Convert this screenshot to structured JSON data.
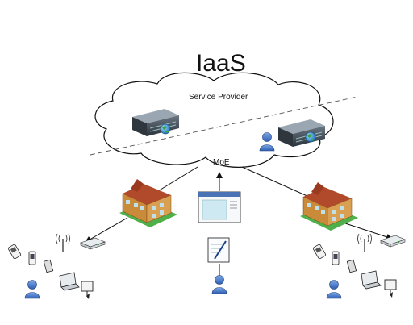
{
  "title": "IaaS",
  "cloud_label": "Service Provider",
  "moe_label": "MoE",
  "colors": {
    "line": "#111111",
    "cloud_fill": "#ffffff",
    "user_blue": "#4a7bd0",
    "server_dark": "#3c4650",
    "building_roof": "#b14a2a",
    "building_wall": "#c98a3a",
    "lawn_green": "#4fb04a",
    "window_blue": "#bfe0ea"
  },
  "icons": [
    "server-icon",
    "globe-icon",
    "user-icon",
    "school-building-icon",
    "web-browser-icon",
    "document-pen-icon",
    "wireless-router-icon",
    "phone-icon",
    "pda-icon",
    "tablet-icon",
    "laptop-icon",
    "kiosk-icon"
  ]
}
